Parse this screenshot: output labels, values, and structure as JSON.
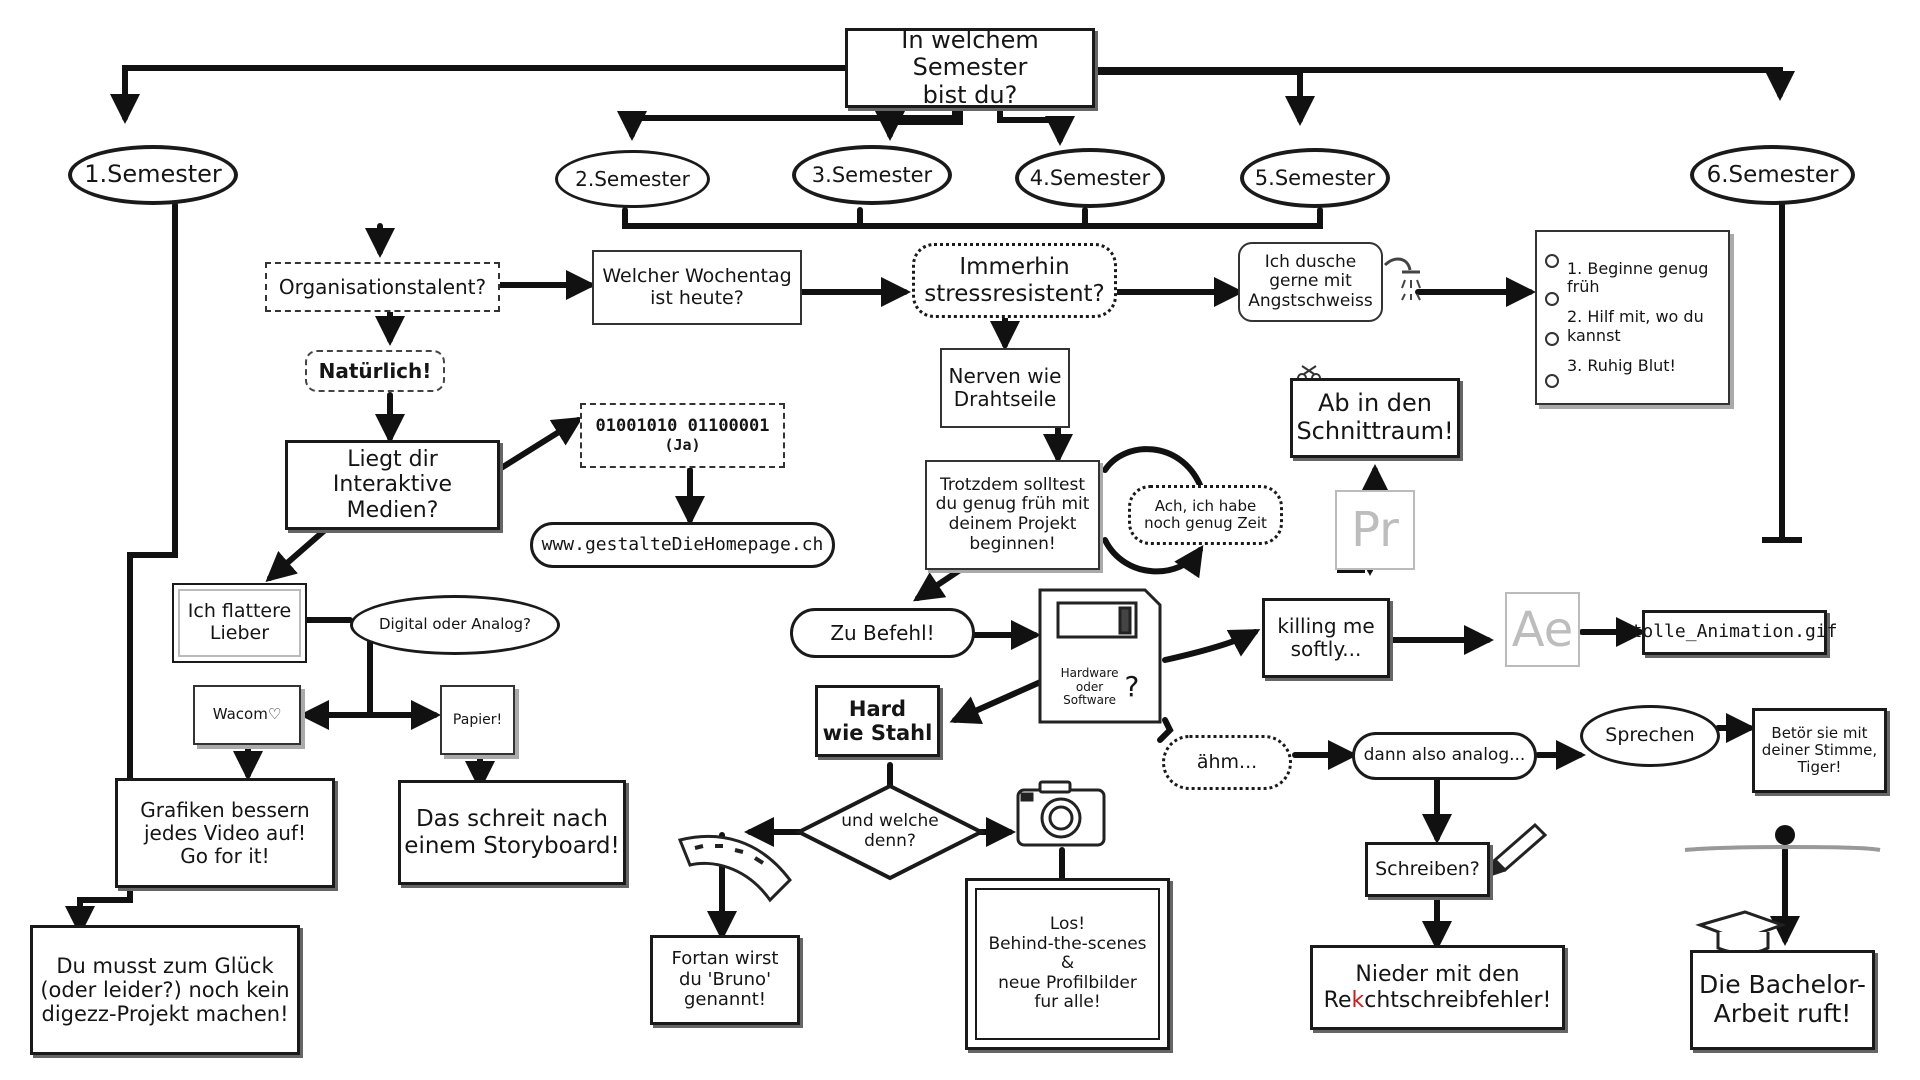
{
  "root": {
    "line1": "In welchem Semester",
    "line2": "bist du?"
  },
  "semesters": [
    "1.Semester",
    "2.Semester",
    "3.Semester",
    "4.Semester",
    "5.Semester",
    "6.Semester"
  ],
  "semester1_result": "Du musst zum Glück\n(oder leider?) noch kein\ndigezz-Projekt machen!",
  "organisationstalent": "Organisationstalent?",
  "natuerlich": "Natürlich!",
  "interaktive_medien": "Liegt dir\nInteraktive Medien?",
  "binary": {
    "code": "01001010  01100001",
    "meaning": "(Ja)"
  },
  "homepage": "www.gestalteDieHomepage.ch",
  "flattere": "Ich flattere\nLieber",
  "digital_analog": "Digital oder Analog?",
  "wacom": "Wacom♡",
  "papier": "Papier!",
  "grafiken": "Grafiken bessern\njedes Video auf!\nGo for it!",
  "storyboard": "Das schreit nach\neinem Storyboard!",
  "wochentag": "Welcher Wochentag\nist heute?",
  "stressresistent": "Immerhin\nstressresistent?",
  "nerven": "Nerven wie\nDrahtseile",
  "trotzdem": "Trotzdem solltest\ndu genug früh mit\ndeinem Projekt\nbeginnen!",
  "genug_zeit": "Ach, ich habe\nnoch genug Zeit",
  "zu_befehl": "Zu Befehl!",
  "hardware": "Hardware\noder\nSoftware",
  "hardware_q": "?",
  "hard_stahl": "Hard\nwie Stahl",
  "welche_denn": "und welche\ndenn?",
  "bruno": "Fortan wirst\ndu 'Bruno'\ngenannt!",
  "behind_scenes": "Los!\nBehind-the-scenes\n&\nneue Profilbilder\nfur alle!",
  "dusche": "Ich dusche\ngerne mit\nAngstschweiss",
  "schnittraum": "Ab in den\nSchnittraum!",
  "premiere_icon": "Pr",
  "killing": "killing me\nsoftly...",
  "after_effects_icon": "Ae",
  "animation": "tolle_Animation.gif",
  "aehm": "ähm...",
  "dann_analog": "dann also analog...",
  "sprechen": "Sprechen",
  "betoer": "Betör sie mit\ndeiner Stimme,\nTiger!",
  "schreiben": "Schreiben?",
  "rechtschreib": {
    "line1": "Nieder mit den",
    "pre": "Re",
    "mark": "k",
    "post": "chtschreibfehler!"
  },
  "notepad": [
    "1. Beginne genug früh",
    "2. Hilf mit, wo du\nkannst",
    "3. Ruhig Blut!"
  ],
  "bachelor": "Die Bachelor-\nArbeit ruft!",
  "colors": {
    "ink": "#151515",
    "accent_red": "#d21a1a",
    "icon_grey": "#bdbdbd"
  },
  "icons": [
    "camera-icon",
    "film-strip-icon",
    "pencil-icon",
    "floppy-disk-icon",
    "shower-icon",
    "graduation-cap-icon",
    "scissors-icon"
  ]
}
